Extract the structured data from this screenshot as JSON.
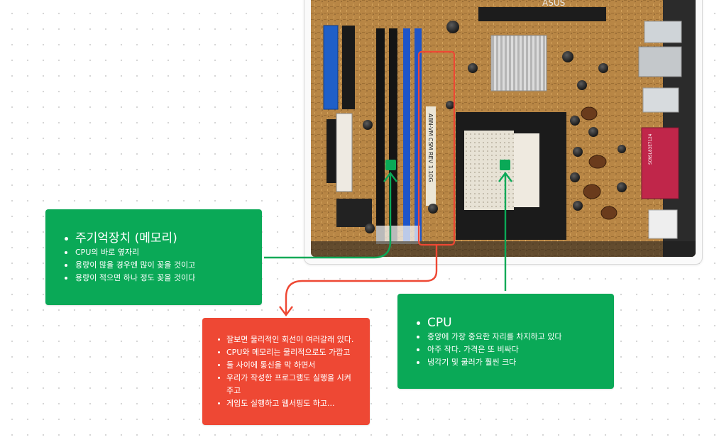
{
  "photo": {
    "brand_text": "ASUS",
    "model_text": "A8N-VM CSM REV 1.10G",
    "port_text": "SCNSL83E7124"
  },
  "memory_card": {
    "title": "주기억장치 (메모리)",
    "items": [
      "CPU의 바로 옆자리",
      "용량이 많을 경우엔  많이 꽂을 것이고",
      "용량이 적으면 하나 정도 꽂을 것이다"
    ]
  },
  "cpu_card": {
    "title": "CPU",
    "items": [
      "중앙에 가장 중요한 자리를 차지하고 있다",
      "아주 작다. 가격은 또 비싸다",
      "냉각기 및 쿨러가  훨씬 크다"
    ]
  },
  "bus_card": {
    "items": [
      "잘보면 물리적인 회선이 여러갈래 있다.",
      "CPU와 메모리는 물리적으로도 가깝고",
      "둘 사이에 통신을 막 하면서",
      "우리가 작성한 프로그램도 실행을 시켜",
      "주고",
      "게임도 실행하고 웹서핑도 하고..."
    ]
  },
  "colors": {
    "green": "#0aa957",
    "red": "#ee4834",
    "board": "#b98a4a"
  }
}
